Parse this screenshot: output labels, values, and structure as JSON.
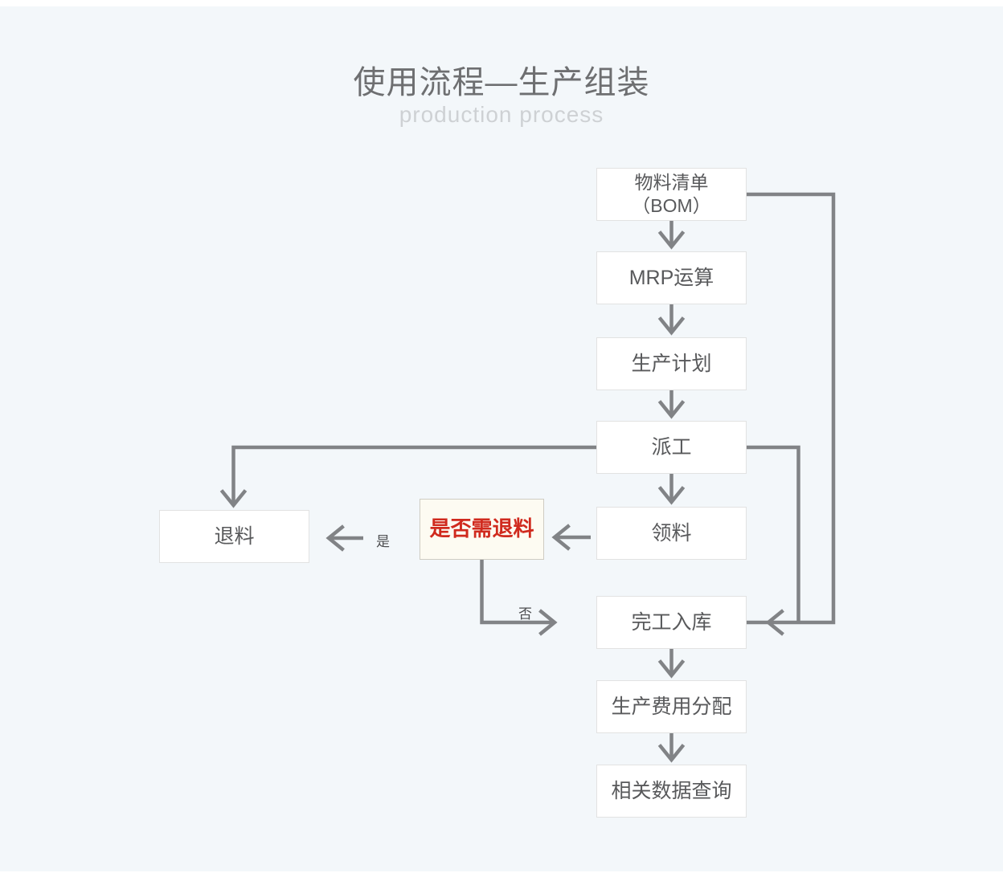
{
  "header": {
    "title": "使用流程—生产组装",
    "subtitle": "production process"
  },
  "flowchart": {
    "nodes": [
      {
        "id": "bom",
        "label": "物料清单",
        "sublabel": "（BOM）"
      },
      {
        "id": "mrp",
        "label": "MRP运算"
      },
      {
        "id": "plan",
        "label": "生产计划"
      },
      {
        "id": "dispatch",
        "label": "派工"
      },
      {
        "id": "pick",
        "label": "领料"
      },
      {
        "id": "decision",
        "label": "是否需退料"
      },
      {
        "id": "return",
        "label": "退料"
      },
      {
        "id": "finish",
        "label": "完工入库"
      },
      {
        "id": "cost",
        "label": "生产费用分配"
      },
      {
        "id": "query",
        "label": "相关数据查询"
      }
    ],
    "branch_labels": {
      "yes": "是",
      "no": "否"
    },
    "colors": {
      "panel_background": "#f3f7fa",
      "connector_gray": "#818386",
      "node_border": "#e2e2e2",
      "node_text": "#58595b",
      "decision_text_red": "#d02a1e",
      "decision_fill": "#fdfbf2",
      "decision_border": "#cfccc3"
    }
  }
}
